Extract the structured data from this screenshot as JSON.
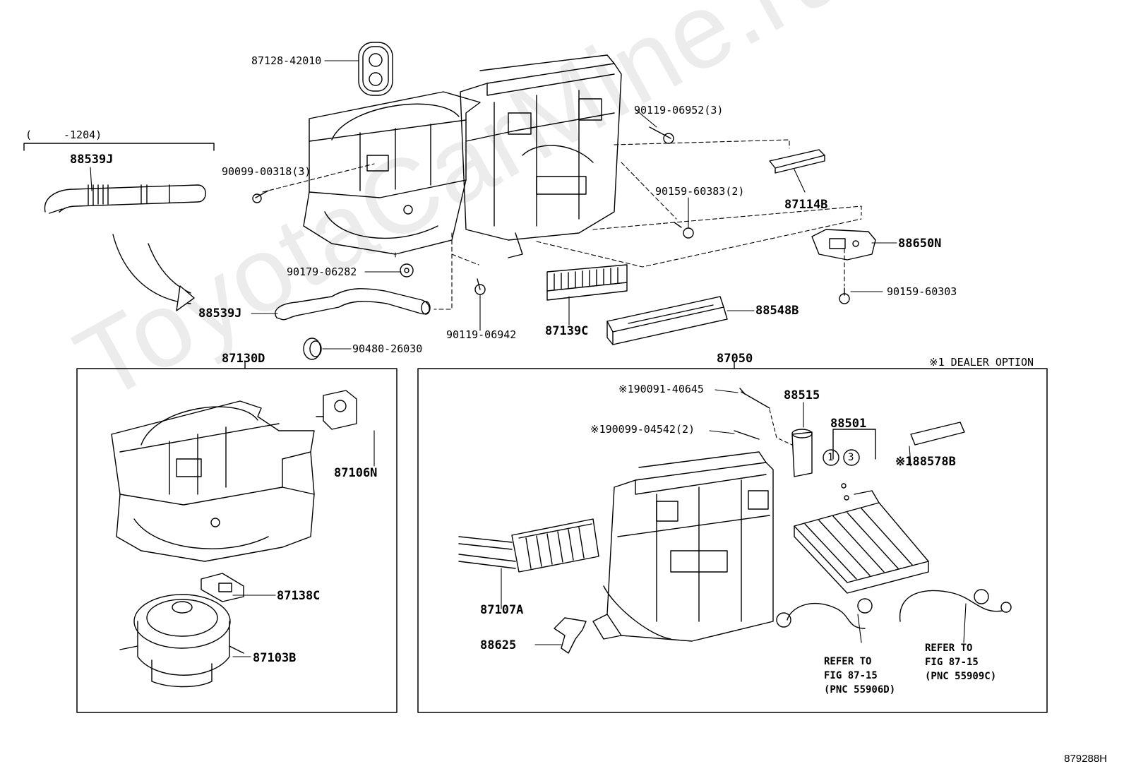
{
  "watermark": "ToyotaCarMine.ru",
  "figure_id": "879288H",
  "note": "※1 DEALER OPTION",
  "range": {
    "open": "(",
    "value": "-1204)"
  },
  "parts": {
    "p87128": "87128-42010",
    "p90119_06952": "90119-06952(3)",
    "p90099_00318": "90099-00318(3)",
    "p88539J_top": "88539J",
    "p90159_60383": "90159-60383(2)",
    "p87114B": "87114B",
    "p88650N": "88650N",
    "p90179_06282": "90179-06282",
    "p90159_60303": "90159-60303",
    "p88539J": "88539J",
    "p88548B": "88548B",
    "p90119_06942": "90119-06942",
    "p87139C": "87139C",
    "p90480_26030": "90480-26030",
    "p87130D": "87130D",
    "p87050": "87050",
    "p90091": "※190091-40645",
    "p88515": "88515",
    "p90099_04542": "※190099-04542(2)",
    "p88501": "88501",
    "p88578B": "※188578B",
    "p87106N": "87106N",
    "p87138C": "87138C",
    "p87103B": "87103B",
    "p87107A": "87107A",
    "p88625": "88625"
  },
  "circles": {
    "c1": "1",
    "c3": "3"
  },
  "refer_left": {
    "l1": "REFER TO",
    "l2": "FIG 87-15",
    "l3": "(PNC 55906D)"
  },
  "refer_right": {
    "l1": "REFER TO",
    "l2": "FIG 87-15",
    "l3": "(PNC 55909C)"
  }
}
